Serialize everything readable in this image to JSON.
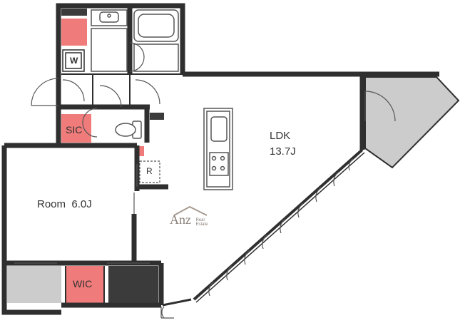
{
  "floorplan": {
    "rooms": {
      "ldk": {
        "name": "LDK",
        "size": "13.7J"
      },
      "room": {
        "label": "Room  6.0J"
      },
      "wic": {
        "label": "WIC"
      },
      "sic": {
        "label": "SIC"
      },
      "refrigerator": {
        "label": "R"
      },
      "washer": {
        "label": "W"
      }
    },
    "logo": {
      "name": "Anz",
      "sub_line1": "Real",
      "sub_line2": "Estate"
    },
    "colors": {
      "wall": "#2f2f2f",
      "storage_highlight": "#f07b7b",
      "balcony": "#cccccc",
      "dark_storage": "#3b3b3b",
      "fixture_stroke": "#555555",
      "floor": "#ffffff"
    }
  }
}
